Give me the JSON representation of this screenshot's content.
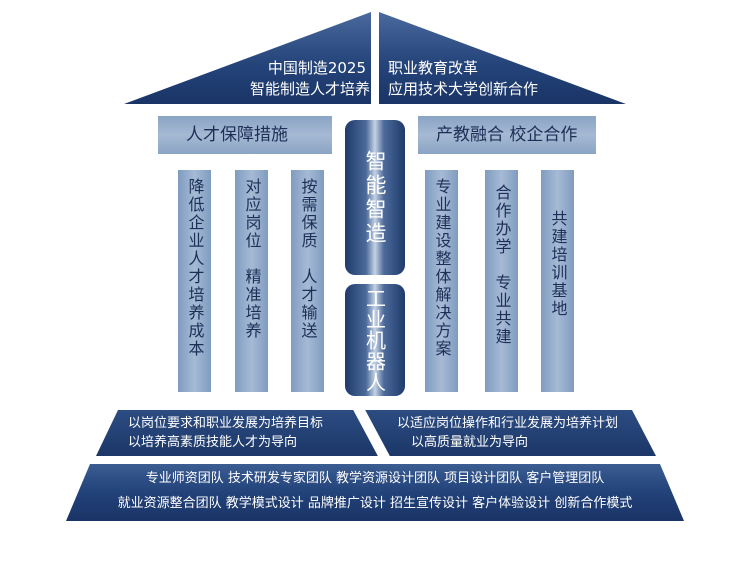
{
  "roof": {
    "left_line1": "中国制造2025",
    "left_line2": "智能制造人才培养",
    "right_line1": "职业教育改革",
    "right_line2": "应用技术大学创新合作"
  },
  "left_header": "人才保障措施",
  "right_header": "产教融合 校企合作",
  "left_pillars": [
    {
      "text": "降低企业人才培养成本"
    },
    {
      "text": "对应岗位　精准培养"
    },
    {
      "text": "按需保质　人才输送"
    }
  ],
  "right_pillars": [
    {
      "text": "专业建设整体解决方案"
    },
    {
      "text": "合作办学　专业共建"
    },
    {
      "text": "共建培训基地"
    }
  ],
  "center": {
    "top": "智能智造",
    "bottom": "工业机器人"
  },
  "left_band": {
    "line1": "以岗位要求和职业发展为培养目标",
    "line2": "以培养高素质技能人才为导向"
  },
  "right_band": {
    "line1": "以适应岗位操作和行业发展为培养计划",
    "line2": "以高质量就业为导向"
  },
  "base": {
    "line1": "专业师资团队  技术研发专家团队  教学资源设计团队  项目设计团队  客户管理团队",
    "line2": "就业资源整合团队  教学模式设计  品牌推广设计  招生宣传设计  客户体验设计  创新合作模式"
  },
  "colors": {
    "navy": "#1f3a6e",
    "pillar_light": "#a6bad5",
    "pillar_dark": "#7f9cc1"
  }
}
